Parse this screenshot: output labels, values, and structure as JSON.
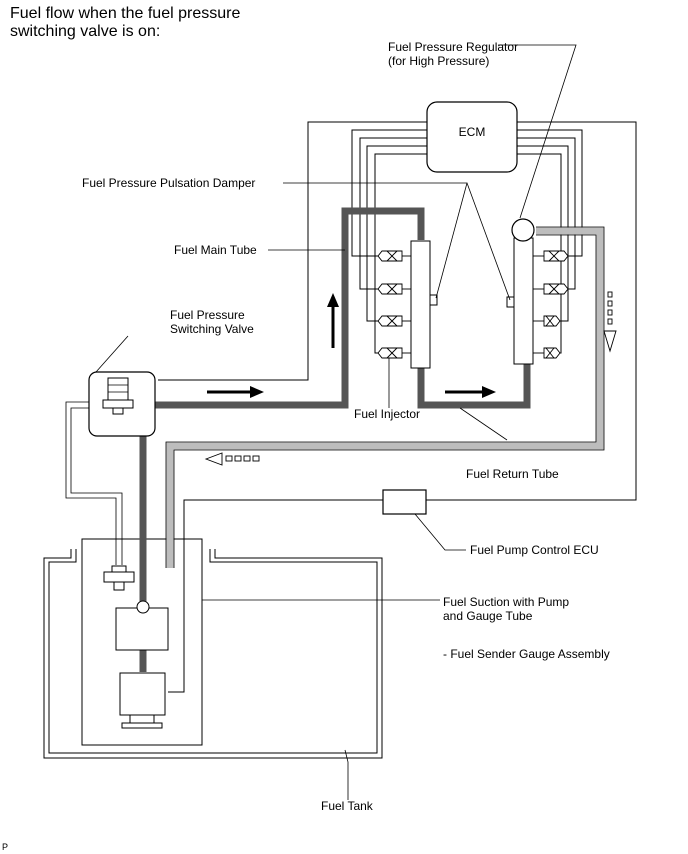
{
  "title": "Fuel flow when the fuel pressure switching valve is on:",
  "labels": {
    "regulator_line1": "Fuel Pressure Regulator",
    "regulator_line2": "(for High Pressure)",
    "ecm": "ECM",
    "pulsation_damper": "Fuel Pressure Pulsation Damper",
    "main_tube": "Fuel Main Tube",
    "switching_valve_line1": "Fuel Pressure",
    "switching_valve_line2": "Switching Valve",
    "injector": "Fuel Injector",
    "return_tube": "Fuel Return Tube",
    "pump_ecu": "Fuel Pump Control ECU",
    "suction_line1": "Fuel Suction with Pump",
    "suction_line2": "and Gauge Tube",
    "sender_gauge": "- Fuel Sender Gauge Assembly",
    "fuel_tank": "Fuel Tank",
    "corner_mark": "P"
  },
  "colors": {
    "main_fuel": "#555555",
    "return_fuel": "#bdbdbd",
    "line": "#000000"
  }
}
